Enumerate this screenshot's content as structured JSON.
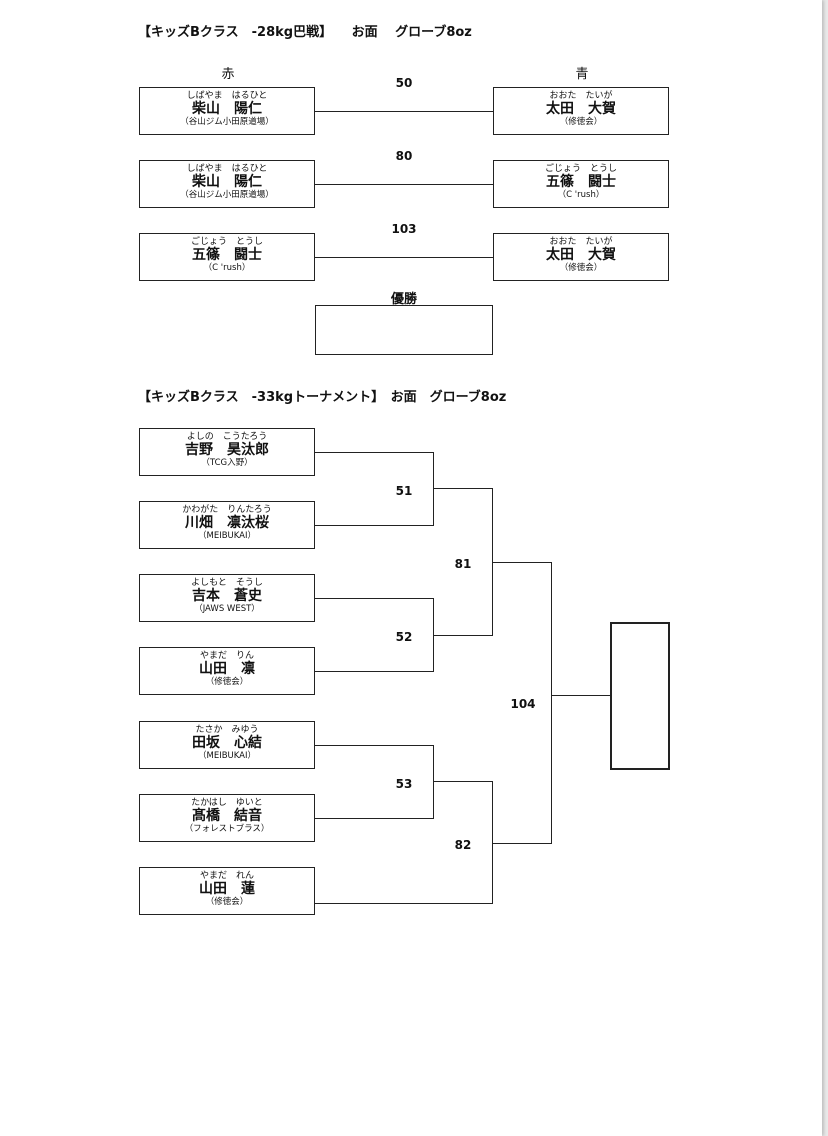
{
  "section1": {
    "title": "【キッズBクラス　-28kg巴戦】　　お面　 グローブ8oz",
    "red_label": "赤",
    "blue_label": "青",
    "winner_label": "優勝",
    "bouts": [
      {
        "number": "50",
        "red": {
          "kana": "しばやま　はるひと",
          "name": "柴山　陽仁",
          "club": "（谷山ジム小田原道場）"
        },
        "blue": {
          "kana": "おおた　たいが",
          "name": "太田　大賀",
          "club": "（修徳会）"
        }
      },
      {
        "number": "80",
        "red": {
          "kana": "しばやま　はるひと",
          "name": "柴山　陽仁",
          "club": "（谷山ジム小田原道場）"
        },
        "blue": {
          "kana": "ごじょう　とうし",
          "name": "五篠　闘士",
          "club": "（C 'rush）"
        }
      },
      {
        "number": "103",
        "red": {
          "kana": "ごじょう　とうし",
          "name": "五篠　闘士",
          "club": "（C 'rush）"
        },
        "blue": {
          "kana": "おおた　たいが",
          "name": "太田　大賀",
          "club": "（修徳会）"
        }
      }
    ]
  },
  "section2": {
    "title": "【キッズBクラス　-33kgトーナメント】　お面　グローブ8oz",
    "fighters": [
      {
        "kana": "よしの　こうたろう",
        "name": "吉野　昊汰郎",
        "club": "（TCG入野）"
      },
      {
        "kana": "かわがた　りんたろう",
        "name": "川畑　凛汰桜",
        "club": "（MEIBUKAI）"
      },
      {
        "kana": "よしもと　そうし",
        "name": "吉本　蒼史",
        "club": "（JAWS WEST）"
      },
      {
        "kana": "やまだ　りん",
        "name": "山田　凛",
        "club": "（修徳会）"
      },
      {
        "kana": "たさか　みゆう",
        "name": "田坂　心結",
        "club": "（MEIBUKAI）"
      },
      {
        "kana": "たかはし　ゆいと",
        "name": "髙橋　結音",
        "club": "（フォレストブラス）"
      },
      {
        "kana": "やまだ　れん",
        "name": "山田　蓮",
        "club": "（修徳会）"
      }
    ],
    "bout_numbers": {
      "b51": "51",
      "b52": "52",
      "b53": "53",
      "b81": "81",
      "b82": "82",
      "b104": "104"
    }
  }
}
